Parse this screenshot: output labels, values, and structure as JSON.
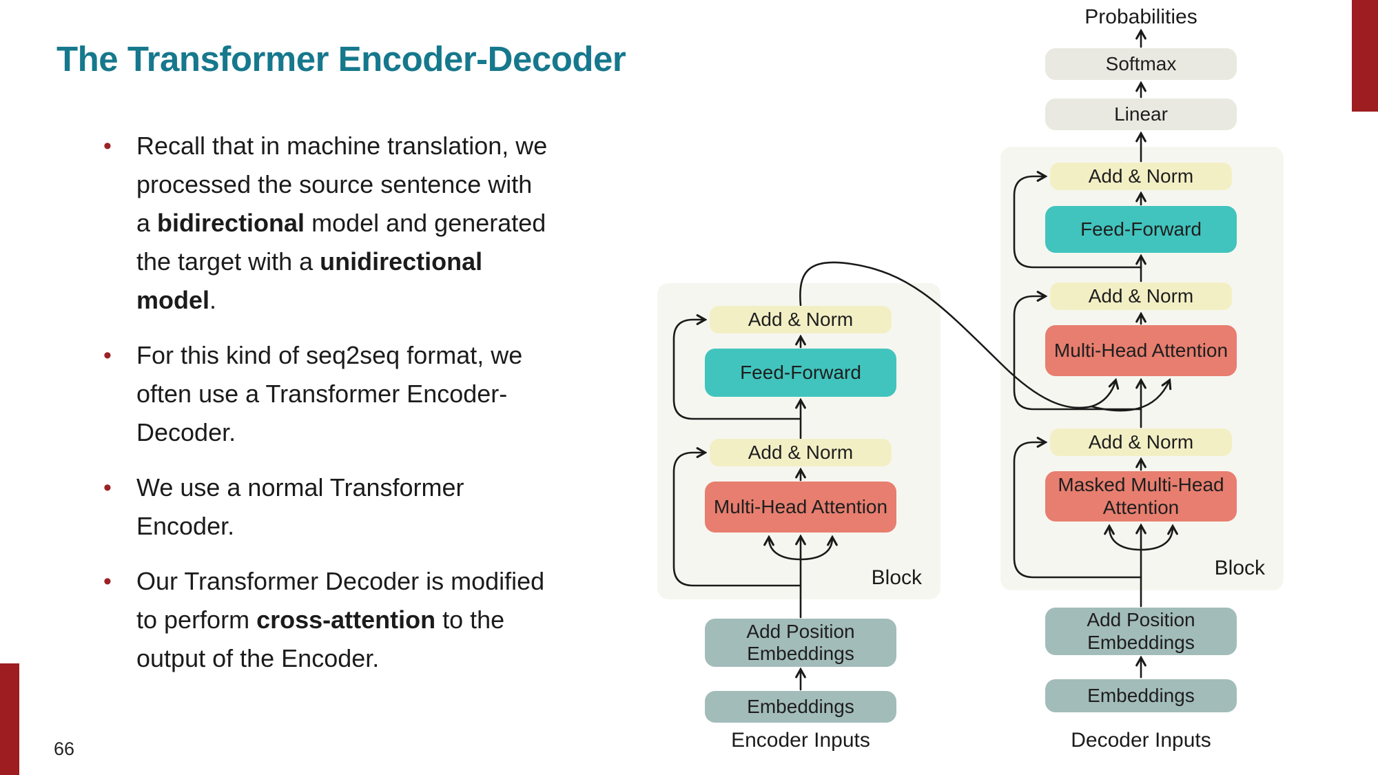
{
  "slide": {
    "title": "The Transformer Encoder-Decoder",
    "page_number": "66",
    "bullet_char": "•",
    "title_color": "#16788c",
    "accent_color": "#9d1d20"
  },
  "bullets": [
    {
      "segments": [
        {
          "text": "Recall that in machine translation, we processed the source sentence with a "
        },
        {
          "text": "bidirectional",
          "bold": true
        },
        {
          "text": " model and generated the target with a "
        },
        {
          "text": "unidirectional model",
          "bold": true
        },
        {
          "text": "."
        }
      ]
    },
    {
      "segments": [
        {
          "text": "For this kind of seq2seq format, we often use a Transformer Encoder-Decoder."
        }
      ]
    },
    {
      "segments": [
        {
          "text": "We use a normal Transformer Encoder."
        }
      ]
    },
    {
      "segments": [
        {
          "text": "Our Transformer Decoder is modified to perform "
        },
        {
          "text": "cross-attention",
          "bold": true
        },
        {
          "text": " to the output of the Encoder."
        }
      ]
    }
  ],
  "diagram": {
    "colors": {
      "attention": "#e77e6f",
      "feed_forward": "#41c4bd",
      "add_norm": "#f3efc5",
      "embedding": "#a2bcb9",
      "output": "#e9e9e1",
      "block_background": "#f6f6f0",
      "arrow": "#1a1a1a"
    },
    "encoder": {
      "block_label": "Block",
      "inputs_label": "Encoder Inputs",
      "boxes": {
        "embeddings": "Embeddings",
        "add_position": "Add Position Embeddings",
        "multi_head": "Multi-Head Attention",
        "add_norm_1": "Add & Norm",
        "feed_forward": "Feed-Forward",
        "add_norm_2": "Add & Norm"
      }
    },
    "decoder": {
      "block_label": "Block",
      "inputs_label": "Decoder Inputs",
      "probabilities_label": "Probabilities",
      "boxes": {
        "embeddings": "Embeddings",
        "add_position": "Add Position Embeddings",
        "masked_multi_head": "Masked Multi-Head Attention",
        "add_norm_1": "Add & Norm",
        "multi_head": "Multi-Head Attention",
        "add_norm_2": "Add & Norm",
        "feed_forward": "Feed-Forward",
        "add_norm_3": "Add & Norm",
        "linear": "Linear",
        "softmax": "Softmax"
      }
    }
  }
}
